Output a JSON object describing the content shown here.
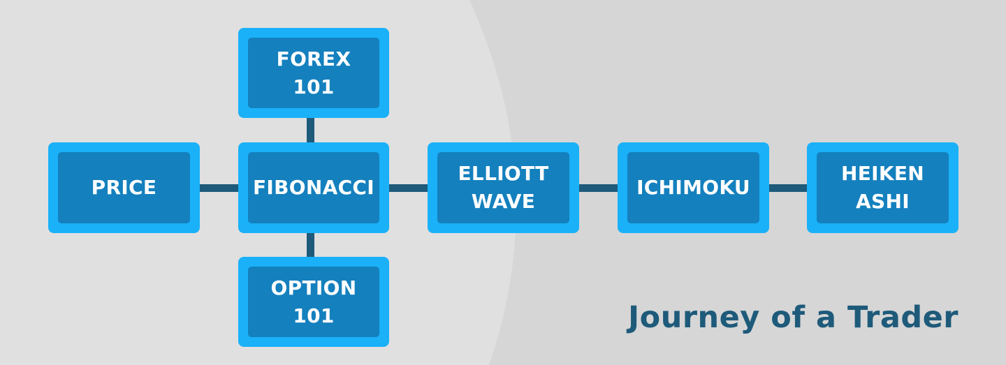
{
  "title": "Journey of a Trader",
  "colors": {
    "background_light": "#e0e0e0",
    "background_dark": "#d6d6d6",
    "node_border": "#1ab1f8",
    "node_fill": "#1480be",
    "node_text": "#ffffff",
    "connector": "#1e5a7a",
    "title_text": "#1e5a7a"
  },
  "nodes": {
    "forex": {
      "lines": [
        "FOREX",
        "101"
      ]
    },
    "price": {
      "lines": [
        "PRICE"
      ]
    },
    "fibonacci": {
      "lines": [
        "FIBONACCI"
      ]
    },
    "option": {
      "lines": [
        "OPTION",
        "101"
      ]
    },
    "elliott": {
      "lines": [
        "ELLIOTT",
        "WAVE"
      ]
    },
    "ichimoku": {
      "lines": [
        "ICHIMOKU"
      ]
    },
    "heiken": {
      "lines": [
        "HEIKEN",
        "ASHI"
      ]
    }
  },
  "connections": [
    [
      "forex",
      "fibonacci"
    ],
    [
      "price",
      "fibonacci"
    ],
    [
      "fibonacci",
      "option"
    ],
    [
      "fibonacci",
      "elliott"
    ],
    [
      "elliott",
      "ichimoku"
    ],
    [
      "ichimoku",
      "heiken"
    ]
  ]
}
